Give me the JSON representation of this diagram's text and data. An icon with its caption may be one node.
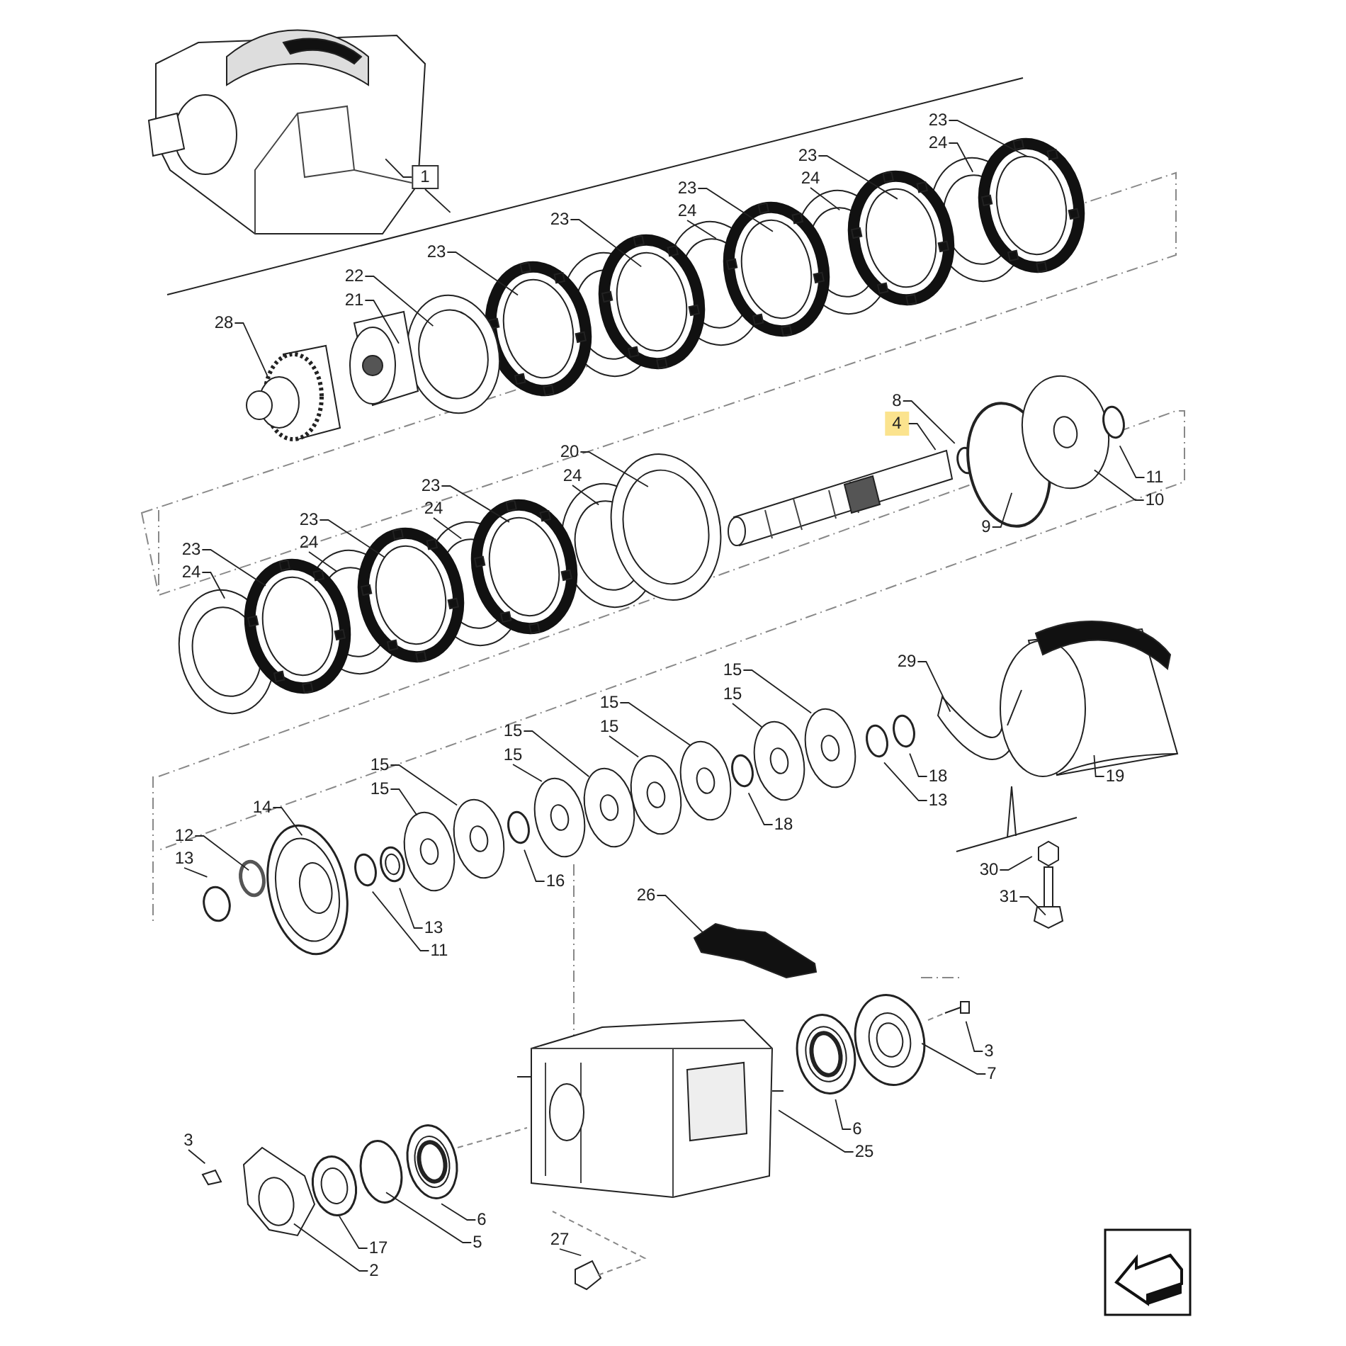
{
  "diagram": {
    "nodes": [
      {
        "text": [
          "1"
        ]
      },
      {
        "text": [
          "23"
        ]
      },
      {
        "text": [
          "24"
        ]
      },
      {
        "text": [
          "23"
        ]
      },
      {
        "text": [
          "24"
        ]
      },
      {
        "text": [
          "23"
        ]
      },
      {
        "text": [
          "24"
        ]
      },
      {
        "text": [
          "23"
        ]
      },
      {
        "text": [
          "22"
        ]
      },
      {
        "text": [
          "21"
        ]
      },
      {
        "text": [
          "28"
        ]
      },
      {
        "text": [
          "23"
        ]
      },
      {
        "text": [
          "8"
        ]
      },
      {
        "text": [
          "4"
        ]
      },
      {
        "text": [
          "11"
        ]
      },
      {
        "text": [
          "10"
        ]
      },
      {
        "text": [
          "9"
        ]
      },
      {
        "text": [
          "20"
        ]
      },
      {
        "text": [
          "24"
        ]
      },
      {
        "text": [
          "23"
        ]
      },
      {
        "text": [
          "24"
        ]
      },
      {
        "text": [
          "23"
        ]
      },
      {
        "text": [
          "24"
        ]
      },
      {
        "text": [
          "23"
        ]
      },
      {
        "text": [
          "24"
        ]
      },
      {
        "text": [
          "29"
        ]
      },
      {
        "text": [
          "15"
        ]
      },
      {
        "text": [
          "15"
        ]
      },
      {
        "text": [
          "15"
        ]
      },
      {
        "text": [
          "15"
        ]
      },
      {
        "text": [
          "15"
        ]
      },
      {
        "text": [
          "15"
        ]
      },
      {
        "text": [
          "15"
        ]
      },
      {
        "text": [
          "15"
        ]
      },
      {
        "text": [
          "14"
        ]
      },
      {
        "text": [
          "12"
        ]
      },
      {
        "text": [
          "13"
        ]
      },
      {
        "text": [
          "18"
        ]
      },
      {
        "text": [
          "13"
        ]
      },
      {
        "text": [
          "19"
        ]
      },
      {
        "text": [
          "18"
        ]
      },
      {
        "text": [
          "16"
        ]
      },
      {
        "text": [
          "30"
        ]
      },
      {
        "text": [
          "31"
        ]
      },
      {
        "text": [
          "13"
        ]
      },
      {
        "text": [
          "11"
        ]
      },
      {
        "text": [
          "26"
        ]
      },
      {
        "text": [
          "3"
        ]
      },
      {
        "text": [
          "7"
        ]
      },
      {
        "text": [
          "6"
        ]
      },
      {
        "text": [
          "25"
        ]
      },
      {
        "text": [
          "3"
        ]
      },
      {
        "text": [
          "6"
        ]
      },
      {
        "text": [
          "17"
        ]
      },
      {
        "text": [
          "5"
        ]
      },
      {
        "text": [
          "2"
        ]
      },
      {
        "text": [
          "27"
        ]
      }
    ],
    "edges": [
      {
        "from": 0,
        "to": null,
        "arrow": "none"
      },
      {
        "from": 0,
        "to": null,
        "arrow": "none"
      },
      {
        "from": 1,
        "to": null,
        "arrow": "none"
      },
      {
        "from": 2,
        "to": null,
        "arrow": "none"
      },
      {
        "from": 3,
        "to": null,
        "arrow": "none"
      },
      {
        "from": 4,
        "to": null,
        "arrow": "none"
      },
      {
        "from": 5,
        "to": null,
        "arrow": "none"
      },
      {
        "from": 6,
        "to": null,
        "arrow": "none"
      },
      {
        "from": 7,
        "to": null,
        "arrow": "none"
      },
      {
        "from": 8,
        "to": null,
        "arrow": "none"
      },
      {
        "from": 9,
        "to": null,
        "arrow": "none"
      },
      {
        "from": 10,
        "to": null,
        "arrow": "none"
      },
      {
        "from": 11,
        "to": null,
        "arrow": "none"
      },
      {
        "from": 12,
        "to": null,
        "arrow": "none"
      },
      {
        "from": 13,
        "to": null,
        "arrow": "none"
      },
      {
        "from": 14,
        "to": null,
        "arrow": "none"
      },
      {
        "from": 15,
        "to": null,
        "arrow": "none"
      },
      {
        "from": 16,
        "to": null,
        "arrow": "none"
      },
      {
        "from": 17,
        "to": null,
        "arrow": "none"
      },
      {
        "from": 18,
        "to": null,
        "arrow": "none"
      },
      {
        "from": 19,
        "to": null,
        "arrow": "none"
      },
      {
        "from": 20,
        "to": null,
        "arrow": "none"
      },
      {
        "from": 21,
        "to": null,
        "arrow": "none"
      },
      {
        "from": 22,
        "to": null,
        "arrow": "none"
      },
      {
        "from": 23,
        "to": null,
        "arrow": "none"
      },
      {
        "from": 24,
        "to": null,
        "arrow": "none"
      },
      {
        "from": 25,
        "to": null,
        "arrow": "none"
      },
      {
        "from": 26,
        "to": null,
        "arrow": "none"
      },
      {
        "from": 27,
        "to": null,
        "arrow": "none"
      },
      {
        "from": 28,
        "to": null,
        "arrow": "none"
      },
      {
        "from": 29,
        "to": null,
        "arrow": "none"
      },
      {
        "from": 30,
        "to": null,
        "arrow": "none"
      },
      {
        "from": 31,
        "to": null,
        "arrow": "none"
      },
      {
        "from": 32,
        "to": null,
        "arrow": "none"
      },
      {
        "from": 33,
        "to": null,
        "arrow": "none"
      },
      {
        "from": 34,
        "to": null,
        "arrow": "none"
      },
      {
        "from": 35,
        "to": null,
        "arrow": "none"
      },
      {
        "from": 36,
        "to": null,
        "arrow": "none"
      },
      {
        "from": 37,
        "to": null,
        "arrow": "none"
      },
      {
        "from": 38,
        "to": null,
        "arrow": "none"
      },
      {
        "from": 39,
        "to": null,
        "arrow": "none"
      },
      {
        "from": 40,
        "to": null,
        "arrow": "none"
      },
      {
        "from": 41,
        "to": null,
        "arrow": "none"
      },
      {
        "from": 42,
        "to": null,
        "arrow": "none"
      },
      {
        "from": 43,
        "to": null,
        "arrow": "none"
      },
      {
        "from": 44,
        "to": null,
        "arrow": "none"
      },
      {
        "from": 45,
        "to": null,
        "arrow": "none"
      },
      {
        "from": 46,
        "to": null,
        "arrow": "none"
      },
      {
        "from": 47,
        "to": null,
        "arrow": "none"
      },
      {
        "from": 48,
        "to": null,
        "arrow": "none"
      },
      {
        "from": 49,
        "to": null,
        "arrow": "none"
      },
      {
        "from": 50,
        "to": null,
        "arrow": "none"
      },
      {
        "from": 51,
        "to": null,
        "arrow": "none"
      },
      {
        "from": 52,
        "to": null,
        "arrow": "none"
      },
      {
        "from": 53,
        "to": null,
        "arrow": "none"
      },
      {
        "from": 54,
        "to": null,
        "arrow": "none"
      },
      {
        "from": 55,
        "to": null,
        "arrow": "none"
      },
      {
        "from": 56,
        "to": null,
        "arrow": "none"
      }
    ]
  }
}
